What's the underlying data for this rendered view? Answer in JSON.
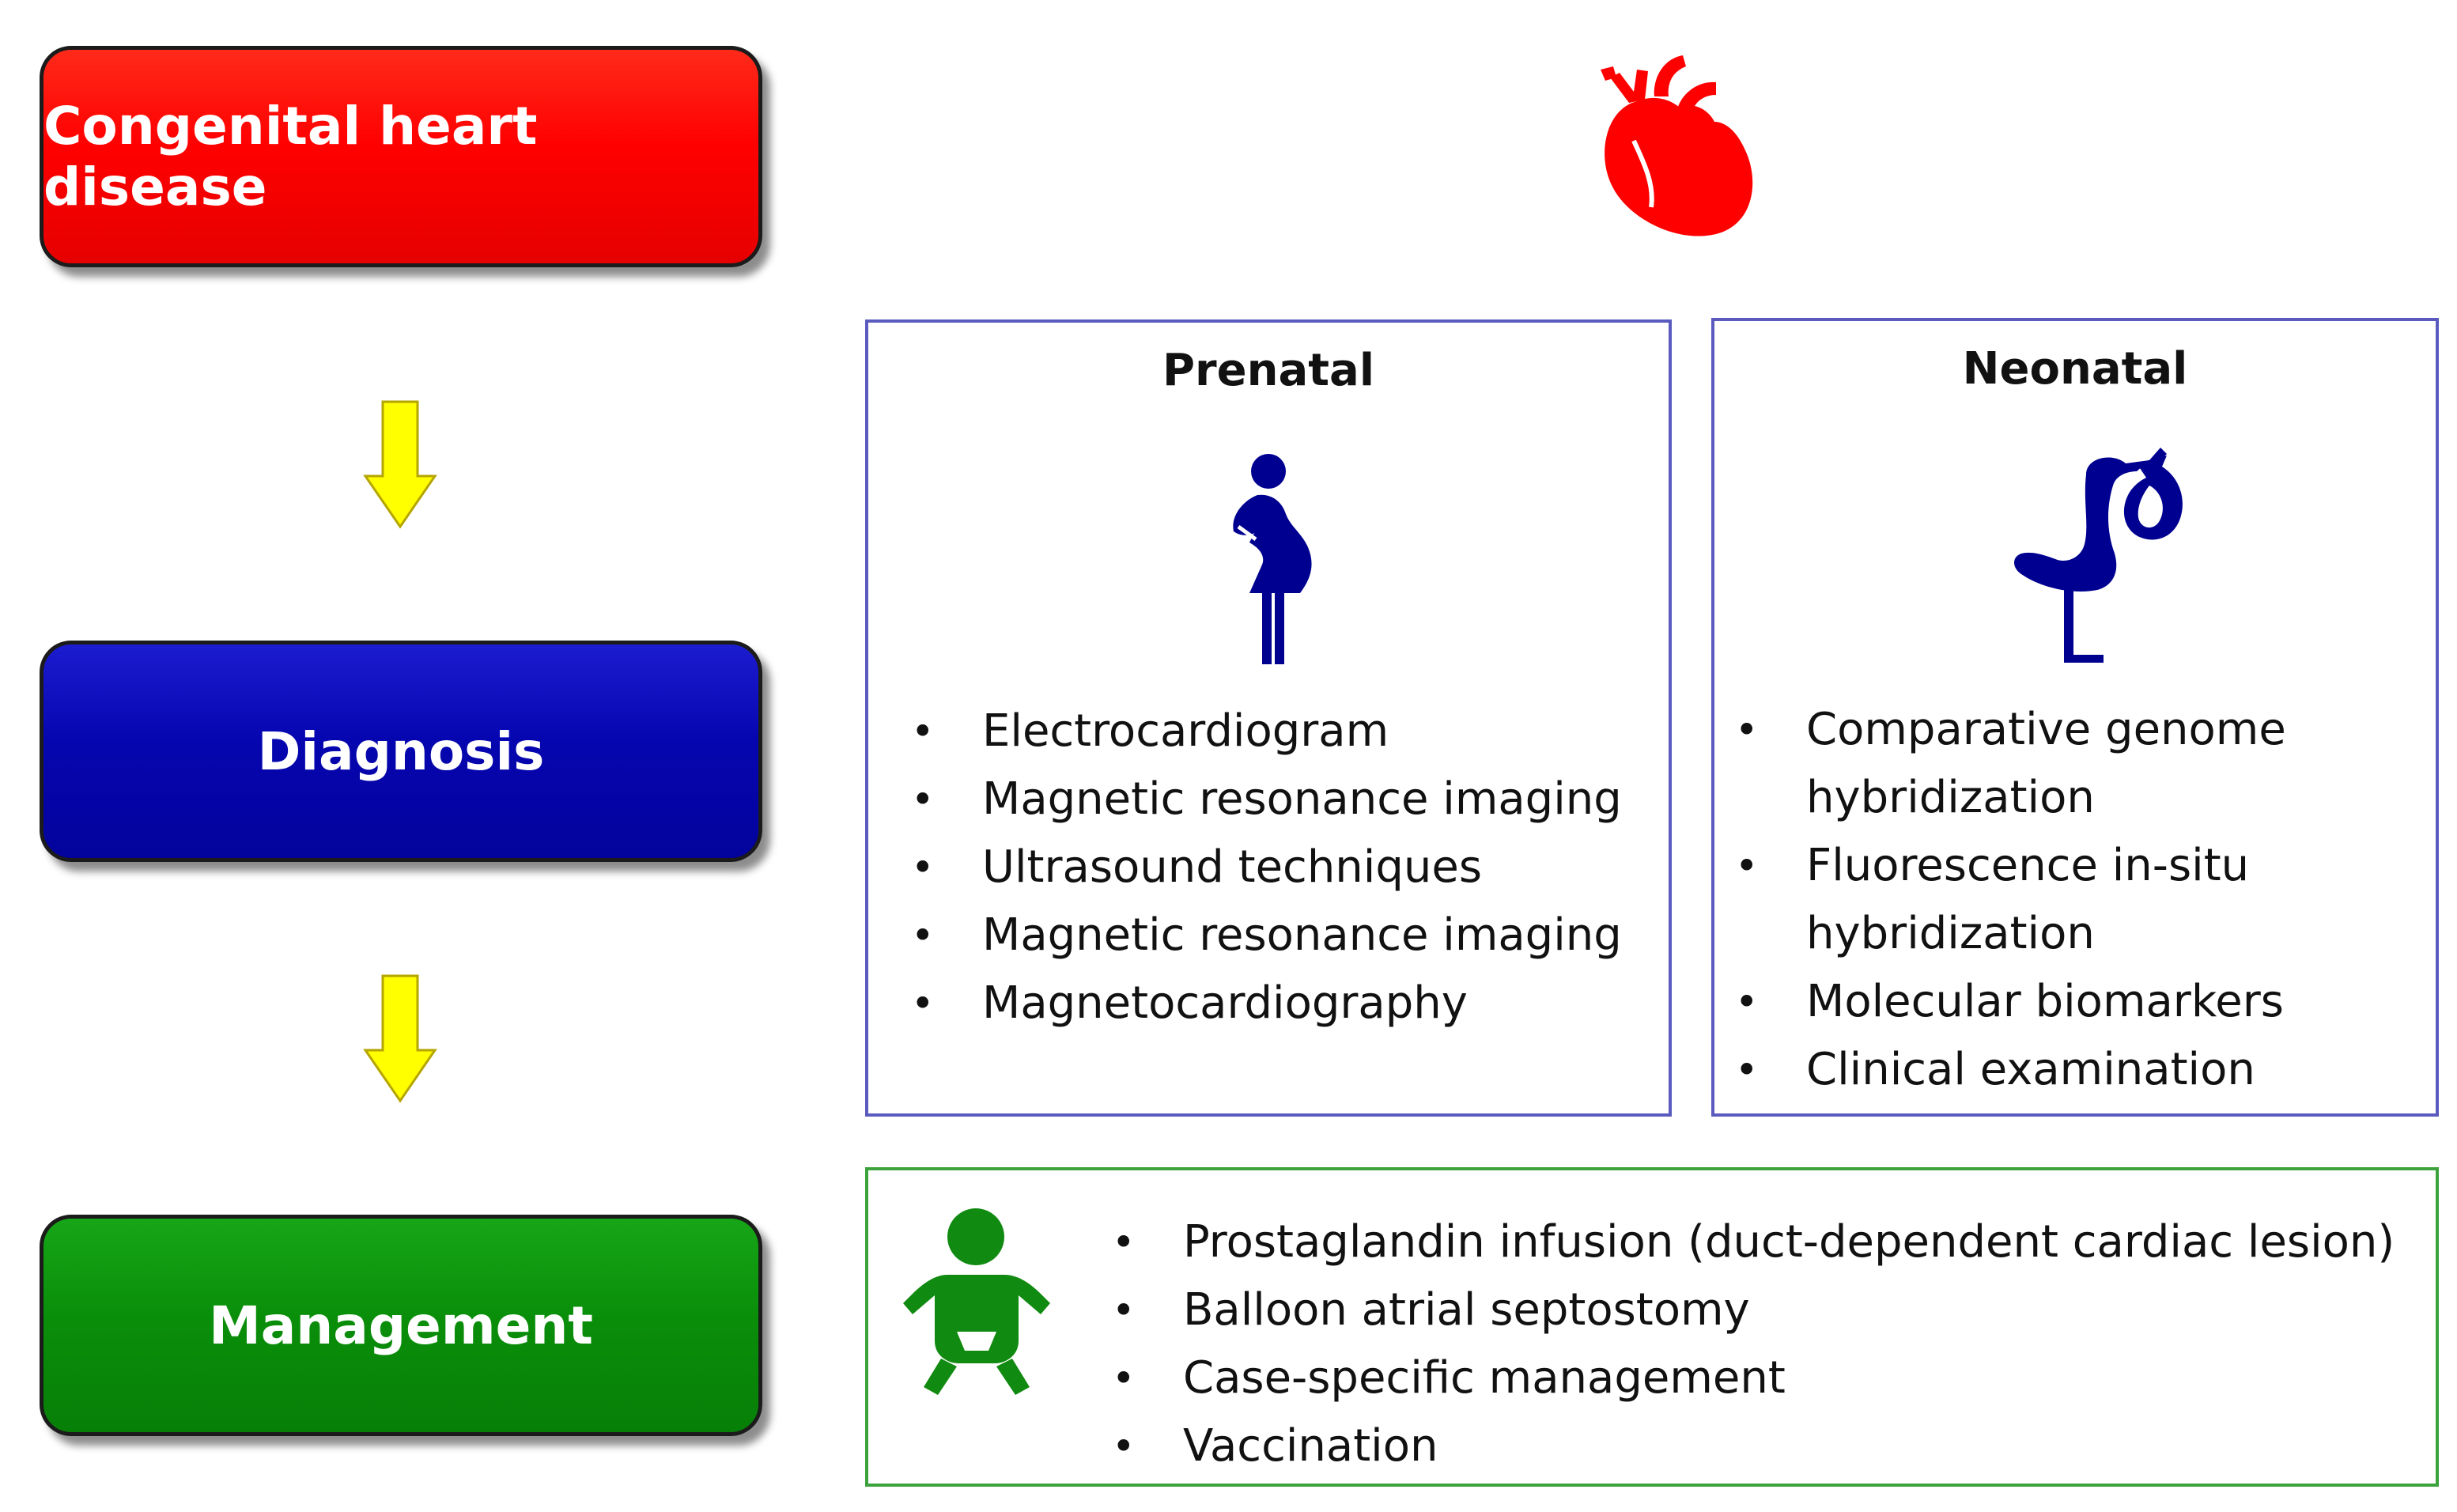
{
  "stages": {
    "congenital_heart_disease": "Congenital heart disease",
    "diagnosis": "Diagnosis",
    "management": "Management"
  },
  "panels": {
    "prenatal": {
      "title": "Prenatal",
      "items": [
        "Electrocardiogram",
        "Magnetic resonance imaging",
        "Ultrasound techniques",
        "Magnetic resonance imaging",
        "Magnetocardiography"
      ]
    },
    "neonatal": {
      "title": "Neonatal",
      "items": [
        "Comparative genome hybridization",
        "Fluorescence in-situ hybridization",
        "Molecular biomarkers",
        "Clinical examination"
      ]
    },
    "management": {
      "items": [
        "Prostaglandin infusion (duct-dependent cardiac lesion)",
        "Balloon atrial septostomy",
        "Case-specific management",
        "Vaccination"
      ]
    }
  },
  "icons": {
    "heart": "heart-icon",
    "pregnant": "pregnant-woman-icon",
    "stork": "stork-icon",
    "baby": "baby-icon",
    "arrow": "arrow-down-icon"
  },
  "colors": {
    "chd": "#ff0000",
    "diagnosis": "#0606b0",
    "management": "#0a8f0a",
    "arrow": "#ffff00",
    "panel_border_blue": "#5b5bbf",
    "panel_border_green": "#3ca33c",
    "icon_navy": "#000090",
    "icon_green": "#118a11"
  }
}
